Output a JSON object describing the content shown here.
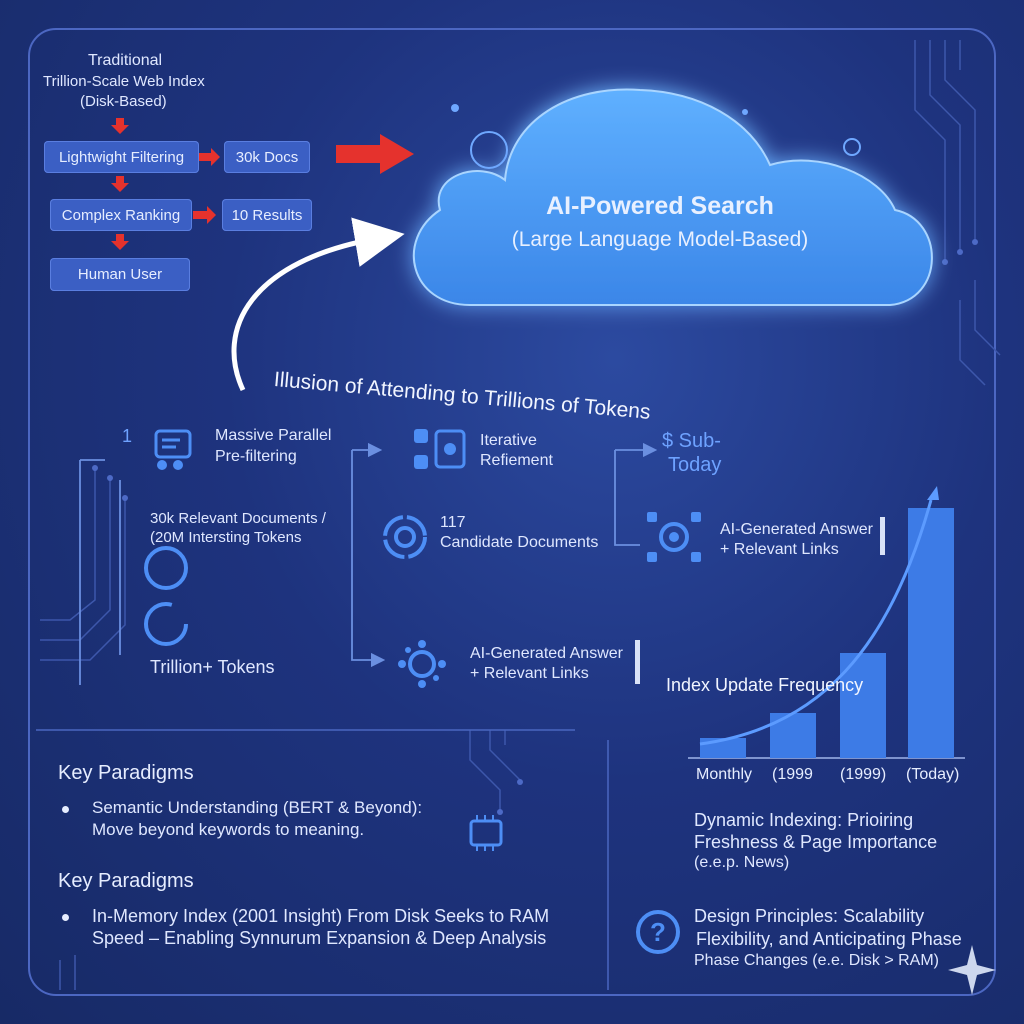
{
  "pipeline": {
    "title_lines": [
      "Traditional",
      "Trillion-Scale Web Index",
      "(Disk-Based)"
    ],
    "boxes": {
      "lightweight": "Lightwight Filtering",
      "docs": "30k Docs",
      "complex": "Complex Ranking",
      "results": "10 Results",
      "human": "Human User"
    }
  },
  "cloud": {
    "title": "AI-Powered Search",
    "subtitle": "(Large Language Model-Based)"
  },
  "illusion": "Illusion of Attending to Trillions of  Tokens",
  "flow": {
    "step_number": "1",
    "parallel_lines": [
      "Massive Parallel",
      "Pre-filtering"
    ],
    "relevant_lines": [
      "30k Relevant Documents /",
      "(20M Intersting Tokens"
    ],
    "trillion": "Trillion+ Tokens",
    "iterative_lines": [
      "Iterative",
      "Refiement"
    ],
    "candidate_lines": [
      "117",
      "Candidate Documents"
    ],
    "answer_mid_lines": [
      "AI-Generated Answer",
      "+ Relevant Links"
    ],
    "sub_lines": [
      "$ Sub-",
      "Today"
    ],
    "answer_right_lines": [
      "AI-Generated Answer",
      "+ Relevant Links"
    ]
  },
  "chart_data": {
    "type": "bar",
    "title": "Index Update Frequency",
    "categories": [
      "Monthly",
      "(1999",
      "(1999)",
      "(Today)"
    ],
    "values": [
      8,
      18,
      42,
      100
    ],
    "ylim": [
      0,
      100
    ],
    "trend_line": true,
    "accent": "#3d7be6"
  },
  "dynamic_lines": [
    "Dynamic Indexing: Prioiring",
    "Freshness & Page Importance",
    "(e.e.p. News)"
  ],
  "paradigms": [
    {
      "heading": "Key Paradigms",
      "text": "Semantic Understanding (BERT & Beyond): Move beyond keywords to meaning."
    },
    {
      "heading": "Key Paradigms",
      "text": "In-Memory Index (2001 Insight) From Disk Seeks to RAM Speed – Enabling Synnurum Expansion & Deep Analysis"
    }
  ],
  "design_lines": [
    "Design Principles: Scalability",
    "Flexibility, and Anticipating Phase",
    "Phase Changes (e.e. Disk > RAM)"
  ],
  "colors": {
    "arrow_red": "#e5322d",
    "box_blue": "#3b5fc4",
    "icon_blue": "#4d8ef5",
    "cloud": "#4aa0f5"
  }
}
